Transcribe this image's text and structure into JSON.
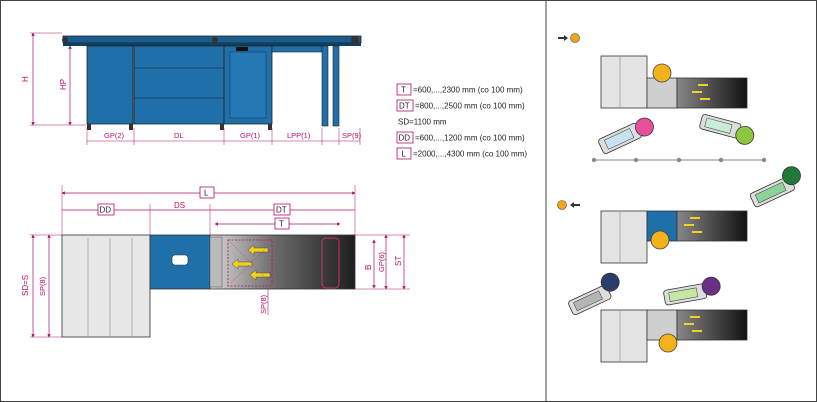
{
  "side_view": {
    "height_label": "H",
    "hp_label": "HP",
    "dims": [
      "GP(2)",
      "DL",
      "GP(1)",
      "LPP(1)",
      "SP(9)"
    ]
  },
  "top_view": {
    "l_box": "L",
    "dd_box": "DD",
    "ds_label": "DS",
    "dt_box": "DT",
    "t_box": "T",
    "sd_s_label": "SD=S",
    "sp_left": "SP(8)",
    "sp_bottom": "SP(8)",
    "b_label": "B",
    "gp_right": "GP(6)",
    "st_label": "ST"
  },
  "specs": [
    {
      "code": "T",
      "text": "=600,...,2300 mm (co 100 mm)"
    },
    {
      "code": "DT",
      "text": "=800,...,2500 mm (co 100 mm)"
    },
    {
      "code": "",
      "text": "SD=1100 mm"
    },
    {
      "code": "DD",
      "text": "=600,...,1200 mm (co 100 mm)"
    },
    {
      "code": "L",
      "text": "=2000,...,4300 mm (co 100 mm)"
    }
  ],
  "colors": {
    "machine_blue": "#1f6fa8",
    "dimension_magenta": "#b0106a",
    "arrow_yellow": "#f2d21a",
    "belt_dark": "#2a2a2a"
  },
  "icons": [
    "person-right-arrow-icon",
    "person-left-arrow-icon"
  ]
}
